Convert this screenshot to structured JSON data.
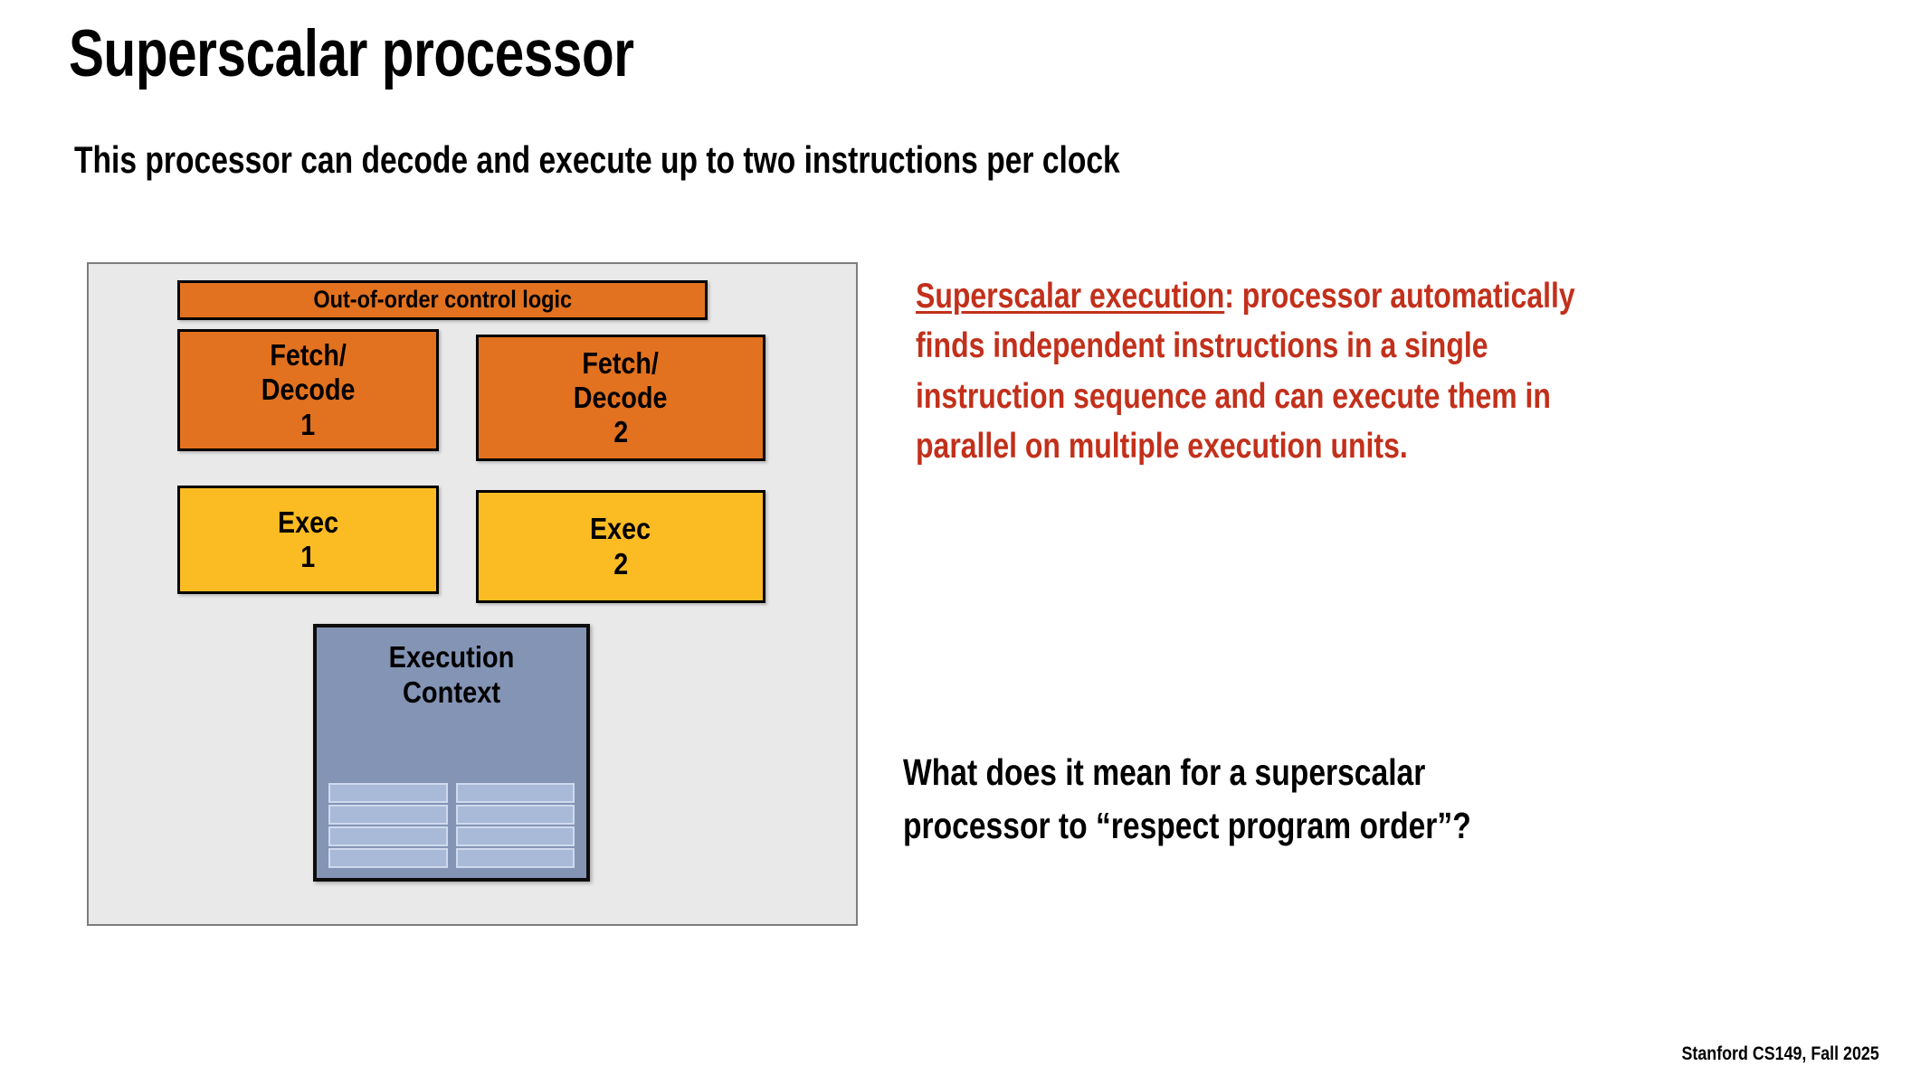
{
  "slide": {
    "title": "Superscalar processor",
    "subtitle": "This processor can decode and execute up to two instructions per clock",
    "footer": "Stanford CS149, Fall 2025"
  },
  "colors": {
    "control_logic_fill": "#e2721f",
    "fetch_decode_fill": "#e2721f",
    "exec_fill": "#fbbc23",
    "execution_context_fill": "#8494b5",
    "register_cell_fill": "#a9b9d8",
    "diagram_background": "#e9e9e9",
    "explainer_text": "#c2301b",
    "question_text": "#000000"
  },
  "diagram": {
    "control_logic": {
      "label": "Out-of-order control logic"
    },
    "fetch_decode": [
      {
        "line1": "Fetch/",
        "line2": "Decode",
        "line3": "1"
      },
      {
        "line1": "Fetch/",
        "line2": "Decode",
        "line3": "2"
      }
    ],
    "exec": [
      {
        "line1": "Exec",
        "line2": "1"
      },
      {
        "line1": "Exec",
        "line2": "2"
      }
    ],
    "execution_context": {
      "line1": "Execution",
      "line2": "Context",
      "register_columns": 2,
      "register_rows": 4
    }
  },
  "explainer": {
    "term": "Superscalar execution",
    "line1_rest": ": processor automatically",
    "line2": "finds independent instructions in a single",
    "line3": "instruction sequence and can execute them in",
    "line4": "parallel on multiple execution units."
  },
  "question": {
    "line1": "What does it mean for a superscalar",
    "line2": "processor to “respect program order”?"
  }
}
